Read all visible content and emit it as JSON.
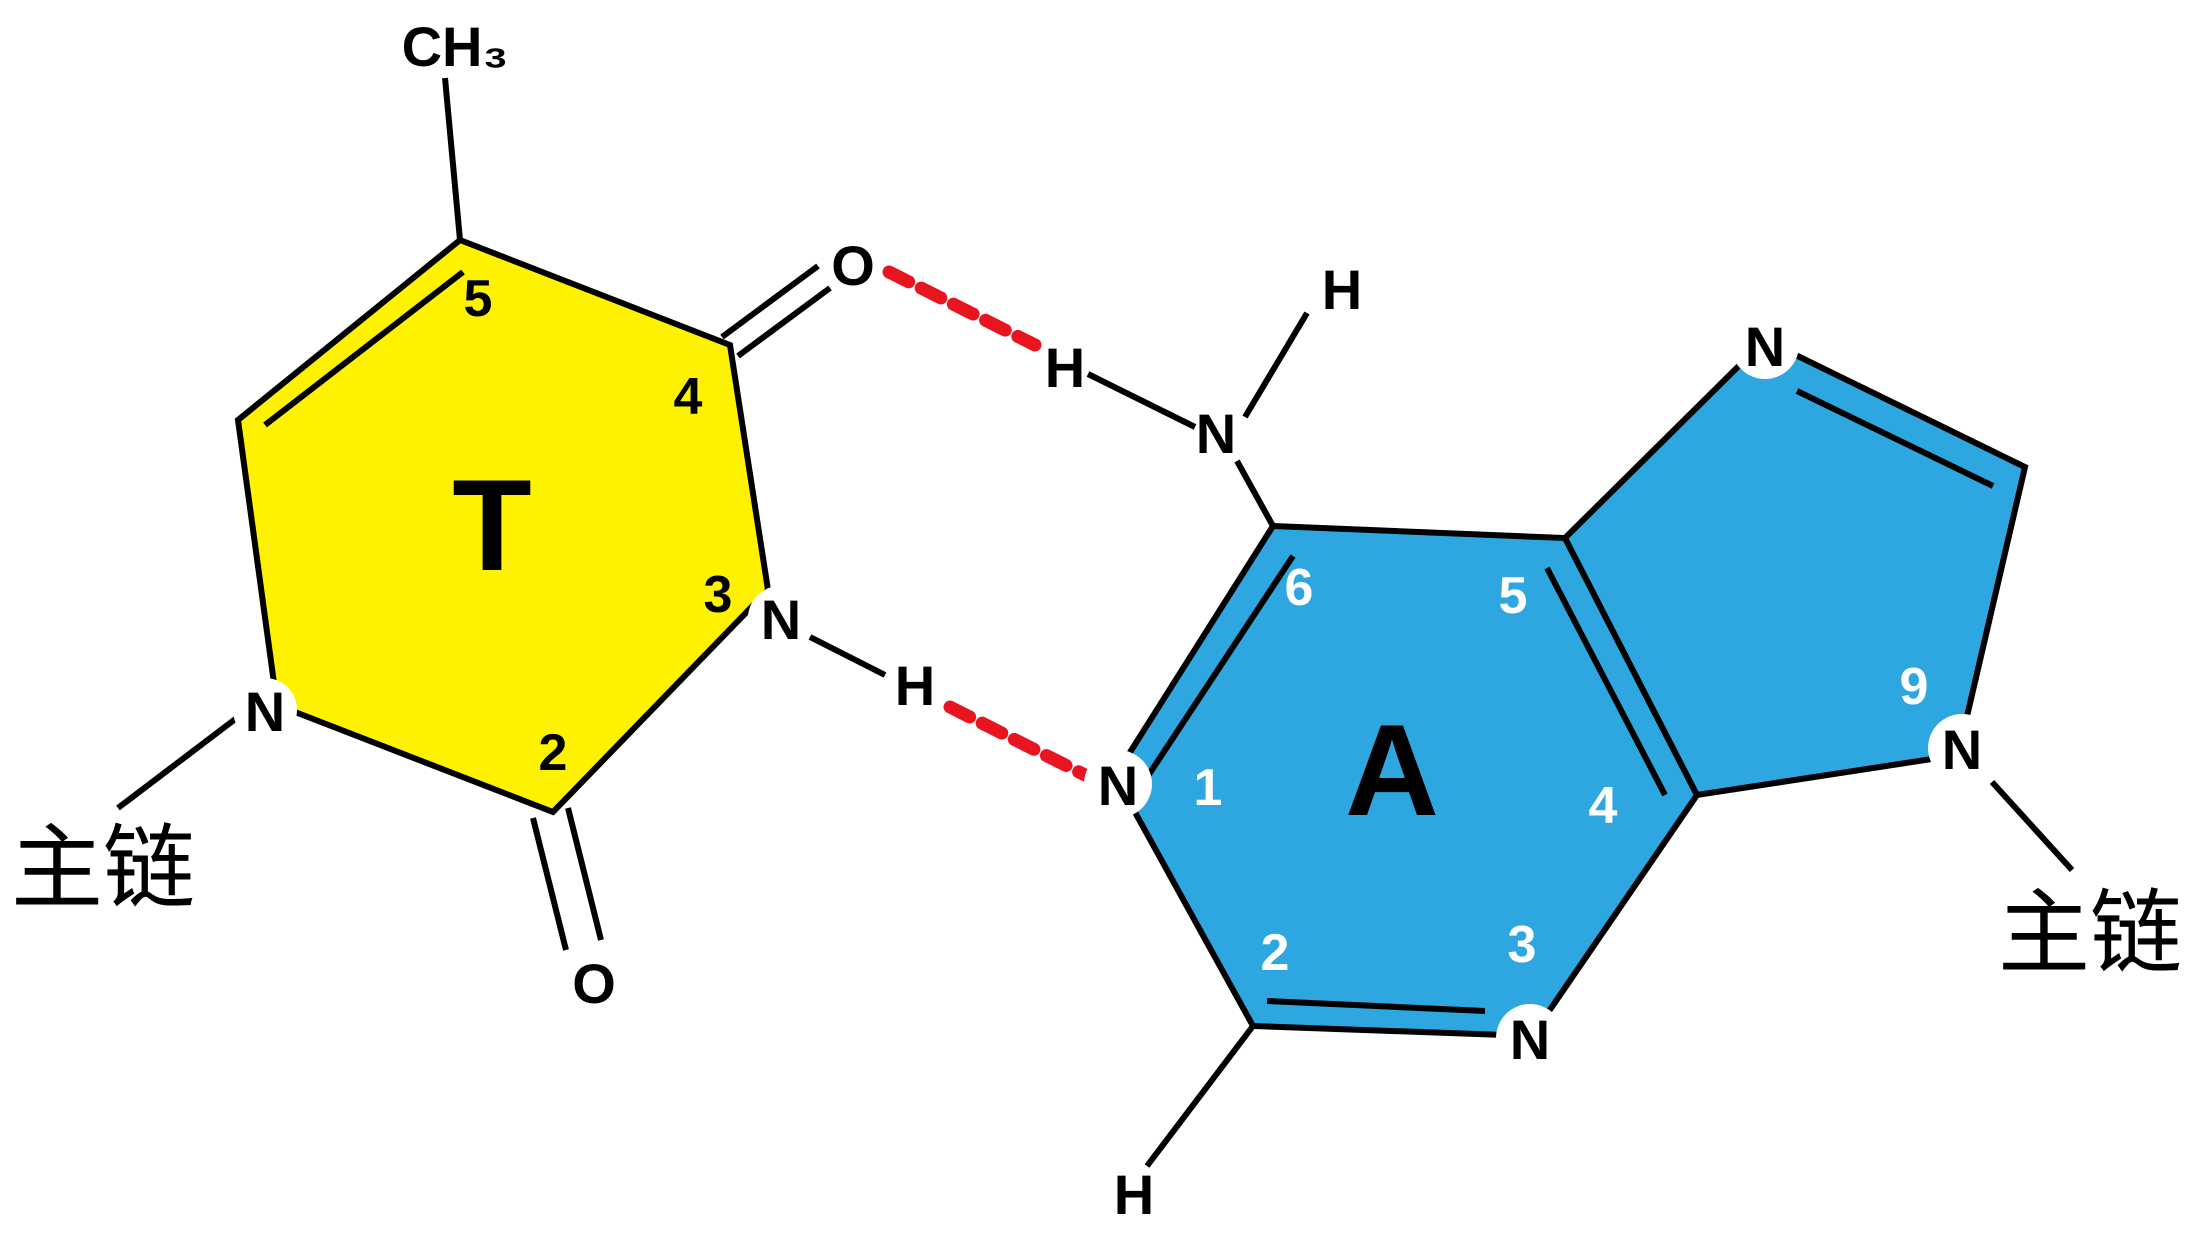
{
  "colors": {
    "thymine_fill": "#FFF200",
    "adenine_fill": "#2EA7E0",
    "hydrogen_bond": "#E8141F",
    "bond": "#000000"
  },
  "thymine": {
    "letter": "T",
    "methyl": "CH₃",
    "atoms": {
      "n1": "N",
      "n3": "N",
      "o2": "O",
      "o4": "O",
      "h3": "H"
    },
    "numbers": {
      "c2": "2",
      "n3": "3",
      "c4": "4",
      "c5": "5"
    },
    "backbone_label": "主链"
  },
  "adenine": {
    "letter": "A",
    "atoms": {
      "n1": "N",
      "n3": "N",
      "n7": "N",
      "n9": "N",
      "n6": "N",
      "h6a": "H",
      "h6b": "H",
      "h2": "H"
    },
    "numbers": {
      "n1": "1",
      "c2": "2",
      "n3": "3",
      "c4": "4",
      "c5": "5",
      "c6": "6",
      "n9": "9"
    },
    "backbone_label": "主链"
  }
}
